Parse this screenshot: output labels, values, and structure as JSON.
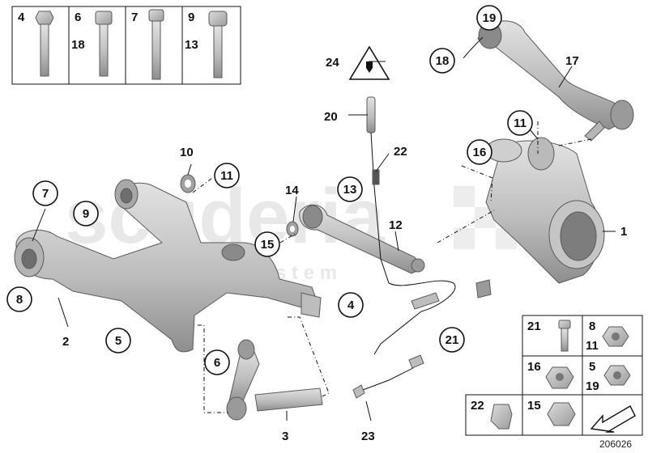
{
  "watermark": {
    "word": "scuderia",
    "sub": "s y s t e m"
  },
  "diagram_ref": "206026",
  "legend_top": [
    {
      "a": "4",
      "b": ""
    },
    {
      "a": "6",
      "b": "18"
    },
    {
      "a": "7",
      "b": ""
    },
    {
      "a": "9",
      "b": "13"
    }
  ],
  "legend_bottom": [
    {
      "a": "21",
      "b": ""
    },
    {
      "a": "8",
      "b": "11"
    },
    {
      "a": "16",
      "b": ""
    },
    {
      "a": "5",
      "b": "19"
    },
    {
      "a": "22",
      "b": ""
    },
    {
      "a": "15",
      "b": ""
    }
  ],
  "callouts_circled": [
    "19",
    "18",
    "11",
    "16",
    "7",
    "9",
    "11",
    "13",
    "15",
    "8",
    "5",
    "6",
    "4",
    "21"
  ],
  "callouts_plain": [
    "24",
    "17",
    "20",
    "22",
    "10",
    "14",
    "12",
    "1",
    "2",
    "3",
    "23"
  ],
  "colors": {
    "part_fill": "#c9c9c9",
    "part_shade": "#9a9a9a",
    "ink": "#111111",
    "watermark": "#e6e6e6"
  }
}
